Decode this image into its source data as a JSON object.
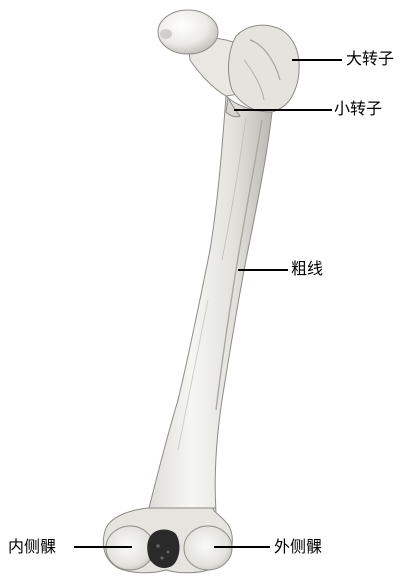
{
  "labels": {
    "greater_trochanter": "大转子",
    "lesser_trochanter": "小转子",
    "linea_aspera": "粗线",
    "medial_condyle": "内侧髁",
    "lateral_condyle": "外侧髁"
  },
  "colors": {
    "bone_light": "#f2f2ef",
    "bone_mid": "#d9d9d4",
    "bone_shadow": "#a8a8a2",
    "fossa": "#2a2a2a",
    "line": "#000000"
  }
}
